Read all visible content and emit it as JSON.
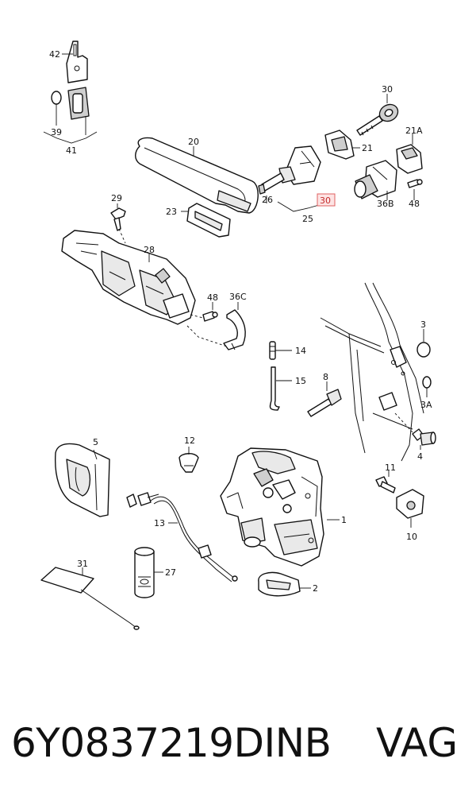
{
  "callouts": {
    "c42": "42",
    "c39": "39",
    "c41": "41",
    "c30top": "30",
    "c21a": "21A",
    "c20": "20",
    "c21": "21",
    "c29": "29",
    "c23": "23",
    "c26": "26",
    "c30hl": "30",
    "c25": "25",
    "c36b": "36B",
    "c48a": "48",
    "c28": "28",
    "c48b": "48",
    "c36c": "36C",
    "c3": "3",
    "c14": "14",
    "c15": "15",
    "c8": "8",
    "c3a": "3A",
    "c4": "4",
    "c5": "5",
    "c12": "12",
    "c11": "11",
    "c1": "1",
    "c13": "13",
    "c10": "10",
    "c31": "31",
    "c27": "27",
    "c2": "2"
  },
  "highlighted_callout": "30",
  "footer": {
    "part_number": "6Y0837219DINB",
    "brand": "VAG"
  }
}
